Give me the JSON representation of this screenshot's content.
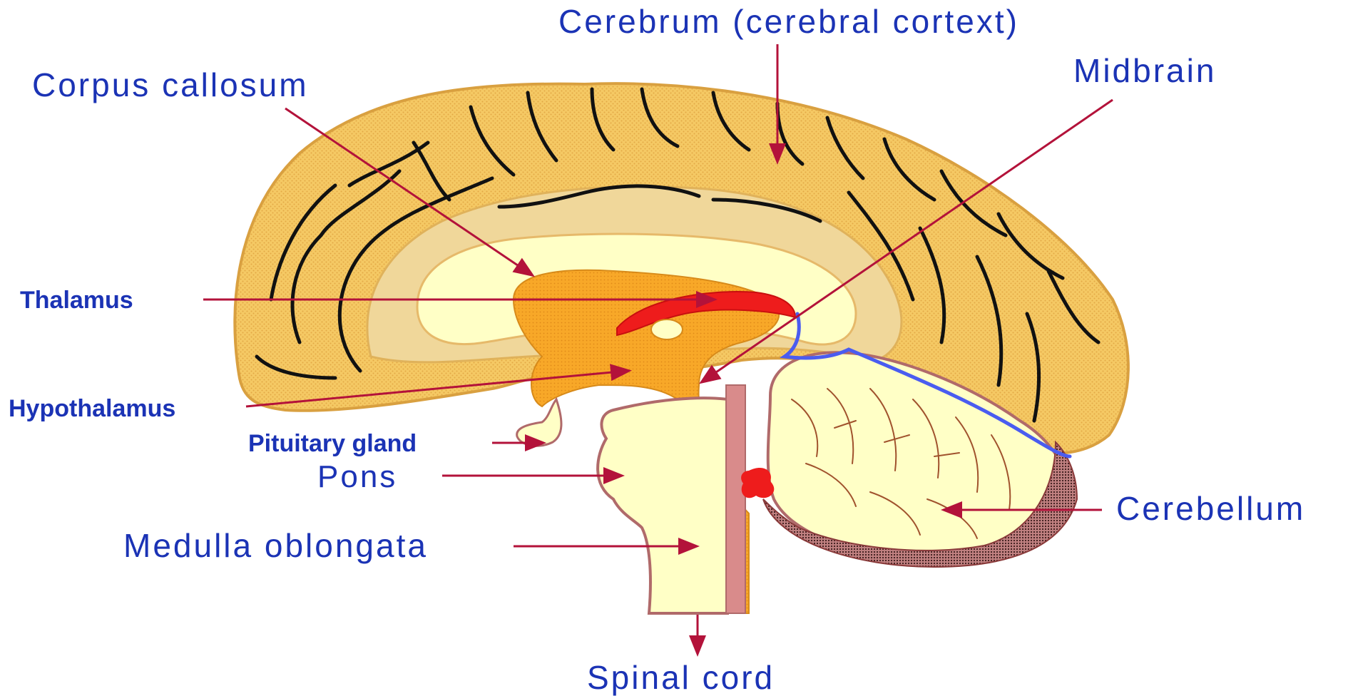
{
  "labels": {
    "cerebrum": "Cerebrum (cerebral cortext)",
    "corpus_callosum": "Corpus callosum",
    "midbrain": "Midbrain",
    "thalamus": "Thalamus",
    "hypothalamus": "Hypothalamus",
    "pituitary_gland": "Pituitary gland",
    "pons": "Pons",
    "cerebellum": "Cerebellum",
    "medulla_oblongata": "Medulla oblongata",
    "spinal_cord": "Spinal cord"
  },
  "colors": {
    "label_text": "#1b33b5",
    "leader_line": "#b3123a",
    "cortex": "#f2c45a",
    "cortex_edge": "#e0a94a",
    "white_matter": "#ffffc6",
    "sulci": "#111111",
    "diencephalon": "#f7a623",
    "red_structure": "#ee1c1c",
    "vessel": "#4a5cf0",
    "cerebellum_rim": "#b06a6a",
    "cerebellum_folia": "#a0522d"
  }
}
